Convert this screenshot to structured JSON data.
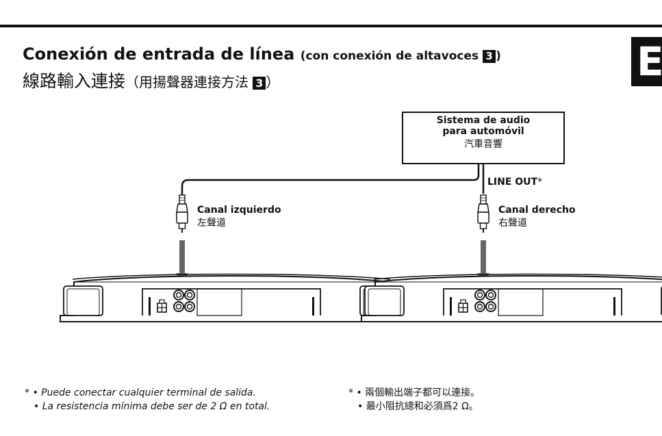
{
  "header": {
    "lang_tab": "E",
    "title_es_main": "Conexión de entrada de línea ",
    "title_es_sub": "(con conexión de altavoces ",
    "title_es_num": "3",
    "title_es_close": ")",
    "title_zh_main": "線路輸入連接",
    "title_zh_sub": "（用揚聲器連接方法 ",
    "title_zh_num": "3",
    "title_zh_close": "）"
  },
  "diagram": {
    "source_line1": "Sistema de audio",
    "source_line2": "para automóvil",
    "source_zh": "汽車音響",
    "line_out": "LINE OUT",
    "line_out_mark": "*",
    "left_channel_es": "Canal izquierdo",
    "left_channel_zh": "左聲道",
    "right_channel_es": "Canal derecho",
    "right_channel_zh": "右聲道"
  },
  "notes": {
    "es_line1": "* • Puede conectar cualquier terminal de salida.",
    "es_line2": "• La resistencia mínima debe ser de 2 Ω en total.",
    "zh_line1": "* • 兩個輸出端子都可以連接。",
    "zh_line2": "• 最小阻抗總和必須爲2 Ω。"
  }
}
